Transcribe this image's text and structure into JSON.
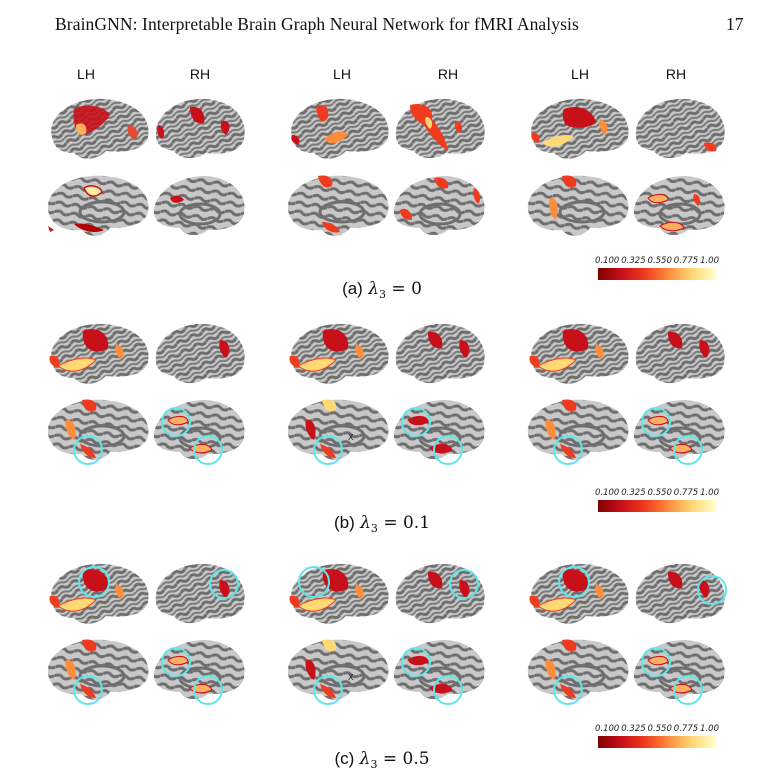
{
  "header": {
    "running_title": "BrainGNN: Interpretable Brain Graph Neural Network for fMRI Analysis",
    "page_number": "17"
  },
  "figure": {
    "hemisphere_labels": [
      "LH",
      "RH",
      "LH",
      "RH",
      "LH",
      "RH"
    ],
    "panels": [
      {
        "id": "a",
        "caption_tag": "(a)",
        "lambda_symbol": "λ",
        "lambda_sub": "3",
        "equals": " = ",
        "value": "0",
        "has_circles": false
      },
      {
        "id": "b",
        "caption_tag": "(b)",
        "lambda_symbol": "λ",
        "lambda_sub": "3",
        "equals": " = ",
        "value": "0.1",
        "has_circles": true
      },
      {
        "id": "c",
        "caption_tag": "(c)",
        "lambda_symbol": "λ",
        "lambda_sub": "3",
        "equals": " = ",
        "value": "0.5",
        "has_circles": true
      }
    ],
    "colorbar": {
      "ticks": [
        "0.100",
        "0.325",
        "0.550",
        "0.775",
        "1.00"
      ],
      "colors": [
        "#7f0000",
        "#c8101a",
        "#f03b20",
        "#fd8d3c",
        "#fed976",
        "#ffffcc"
      ]
    },
    "annotation_marker": "X",
    "highlight_color": "#5ee6ee",
    "surface_colors": {
      "gyri": "#c8c8c8",
      "sulci": "#6e6e6e"
    }
  }
}
